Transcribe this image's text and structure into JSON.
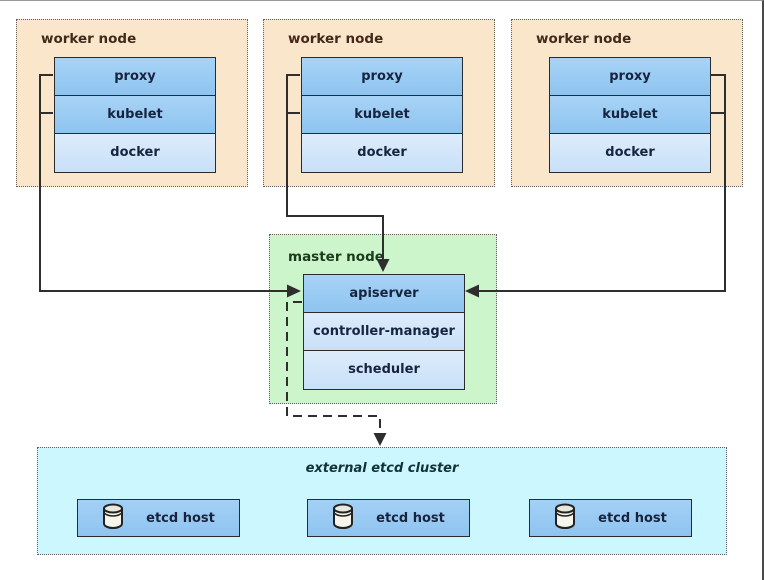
{
  "workers": [
    {
      "title": "worker node",
      "components": [
        "proxy",
        "kubelet",
        "docker"
      ]
    },
    {
      "title": "worker node",
      "components": [
        "proxy",
        "kubelet",
        "docker"
      ]
    },
    {
      "title": "worker node",
      "components": [
        "proxy",
        "kubelet",
        "docker"
      ]
    }
  ],
  "master": {
    "title": "master node",
    "components": [
      "apiserver",
      "controller-manager",
      "scheduler"
    ]
  },
  "etcd": {
    "title": "external etcd cluster",
    "hosts": [
      "etcd host",
      "etcd host",
      "etcd host"
    ]
  },
  "icons": {
    "etcd_host": "database-icon"
  },
  "colors": {
    "worker_bg": "#fae7cb",
    "master_bg": "#ccf5cb",
    "etcd_bg": "#cdf7fe",
    "component_blue": "#94c6f1",
    "component_light": "#d3e7fa",
    "component_border": "#2b2b2b",
    "connector_line": "#2e2e2e",
    "worker_title": "#44291a",
    "master_title": "#1c3a1c",
    "etcd_title": "#123238",
    "component_text": "#17243f"
  }
}
